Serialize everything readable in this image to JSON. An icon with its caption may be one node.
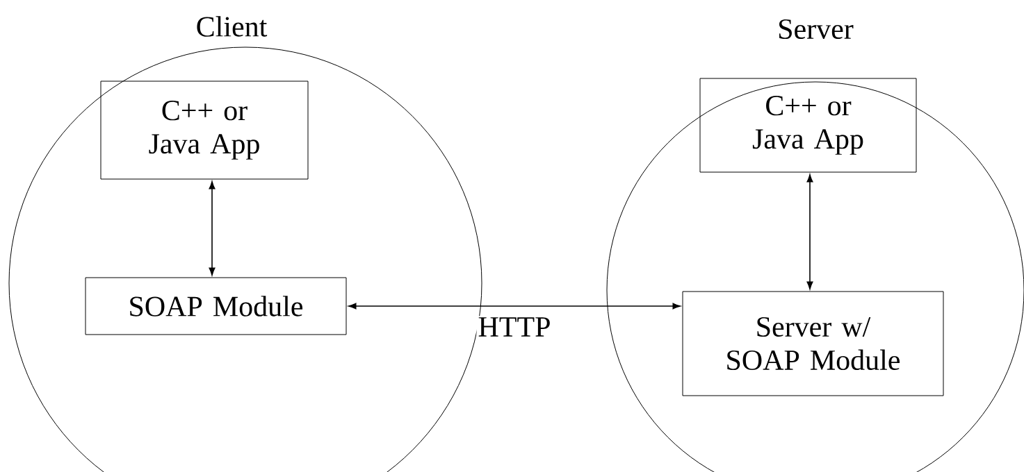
{
  "diagram": {
    "nodes": [
      {
        "text": [
          "Client"
        ]
      },
      {
        "text": [
          "C++ or Java App"
        ],
        "in": 0
      },
      {
        "text": [
          "SOAP Module"
        ],
        "in": 0
      },
      {
        "text": [
          "Server"
        ]
      },
      {
        "text": [
          "C++ or Java App"
        ],
        "in": 3
      },
      {
        "text": [
          "Server w/ SOAP Module"
        ],
        "in": 3
      }
    ],
    "edges": [
      {
        "from": 1,
        "to": 2,
        "arrow": "both"
      },
      {
        "from": 2,
        "to": 5,
        "arrow": "both",
        "label": "HTTP"
      },
      {
        "from": 4,
        "to": 5,
        "arrow": "both"
      }
    ]
  }
}
